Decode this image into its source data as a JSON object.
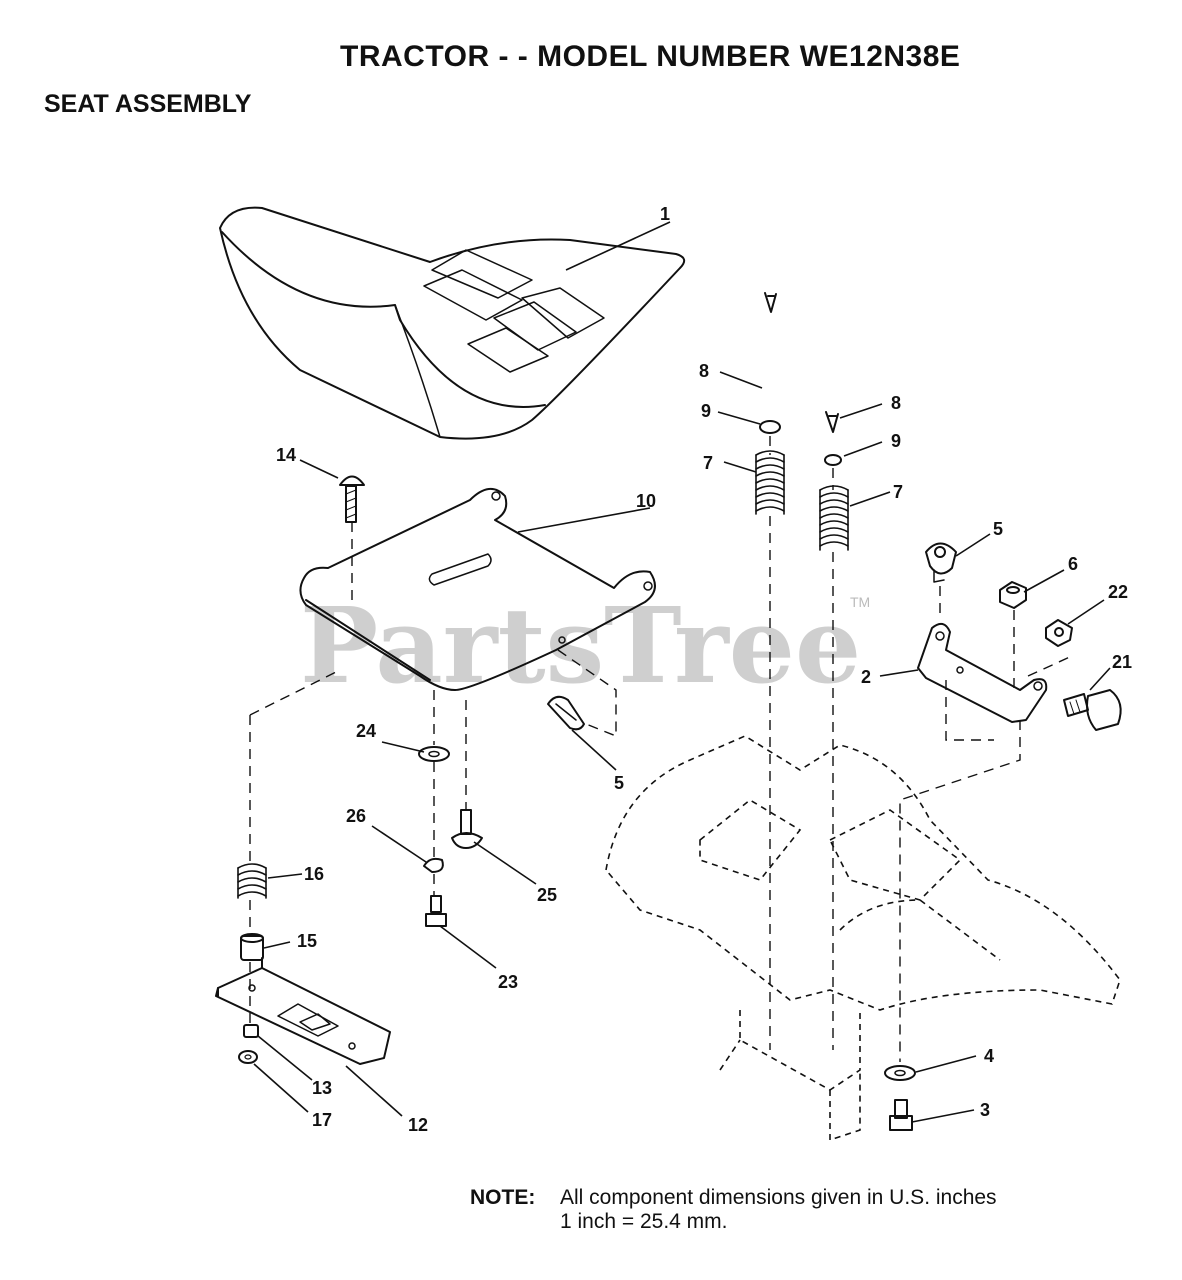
{
  "header": {
    "title": "TRACTOR - - MODEL NUMBER WE12N38E",
    "subtitle": "SEAT ASSEMBLY"
  },
  "watermark": {
    "text": "PartsTree",
    "tm": "TM",
    "color": "#cfcfcf"
  },
  "callouts": {
    "c1": "1",
    "c2": "2",
    "c3": "3",
    "c4": "4",
    "c5a": "5",
    "c5b": "5",
    "c6": "6",
    "c7a": "7",
    "c7b": "7",
    "c8a": "8",
    "c8b": "8",
    "c9a": "9",
    "c9b": "9",
    "c10": "10",
    "c12": "12",
    "c13": "13",
    "c14": "14",
    "c15": "15",
    "c16": "16",
    "c17": "17",
    "c21": "21",
    "c22": "22",
    "c23": "23",
    "c24": "24",
    "c25": "25",
    "c26": "26"
  },
  "note": {
    "label": "NOTE:",
    "line1": "All component dimensions given in U.S. inches",
    "line2": "1 inch = 25.4 mm."
  }
}
